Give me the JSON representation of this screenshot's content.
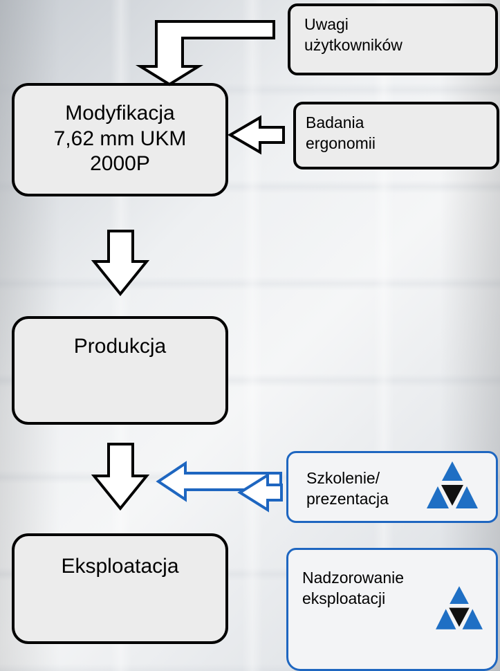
{
  "boxes": {
    "uwagi": "Uwagi\nużytkowników",
    "badania": "Badania\nergonomii",
    "modyfikacja": "Modyfikacja\n7,62 mm UKM\n2000P",
    "produkcja": "Produkcja",
    "szkolenie": "Szkolenie/\nprezentacja",
    "eksploatacja": "Eksploatacja",
    "nadzorowanie": "Nadzorowanie\neksploatacji"
  },
  "colors": {
    "border_black": "#000000",
    "accent_blue": "#1e66c0",
    "logo_blue": "#1f6fc4",
    "logo_dark": "#111111"
  },
  "icons": [
    "logo-triangle-icon"
  ]
}
